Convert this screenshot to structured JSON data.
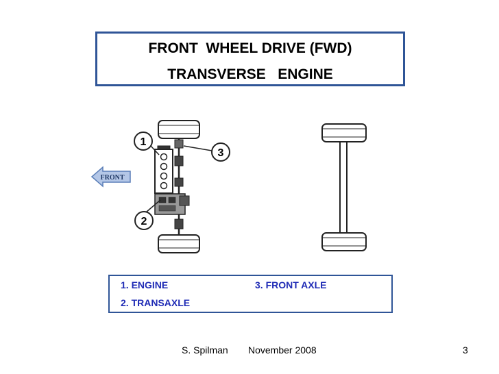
{
  "title": {
    "line1": "FRONT  WHEEL DRIVE (FWD)",
    "line2": "TRANSVERSE   ENGINE"
  },
  "diagram": {
    "front_label": "FRONT",
    "callouts": [
      "1",
      "2",
      "3"
    ]
  },
  "legend": {
    "items": [
      "1. ENGINE",
      "2. TRANSAXLE",
      "3. FRONT AXLE"
    ],
    "text_color": "#1f2bb5",
    "border_color": "#2f5597"
  },
  "footer": {
    "author": "S. Spilman",
    "date": "November 2008",
    "page_number": "3"
  }
}
